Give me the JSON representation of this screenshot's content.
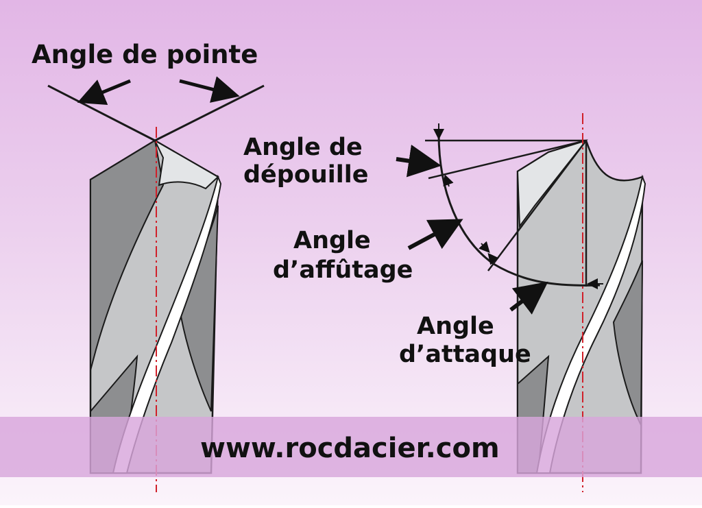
{
  "labels": {
    "point_angle": "Angle de pointe",
    "clearance_angle": [
      "Angle de",
      "dépouille"
    ],
    "sharpening_angle": [
      "Angle",
      "d’affûtage"
    ],
    "rake_angle": [
      "Angle",
      "d’attaque"
    ]
  },
  "watermark": "www.rocdacier.com",
  "colors": {
    "background_top": "#e2b6e6",
    "background_bottom": "#fbf4fb",
    "banner": "#d8a6dc",
    "centerline": "#d0202a",
    "drill_light": "#c5c6c8",
    "drill_dark": "#8d8e90",
    "drill_face": "#e3e5e7",
    "outline": "#1a1a1a"
  }
}
